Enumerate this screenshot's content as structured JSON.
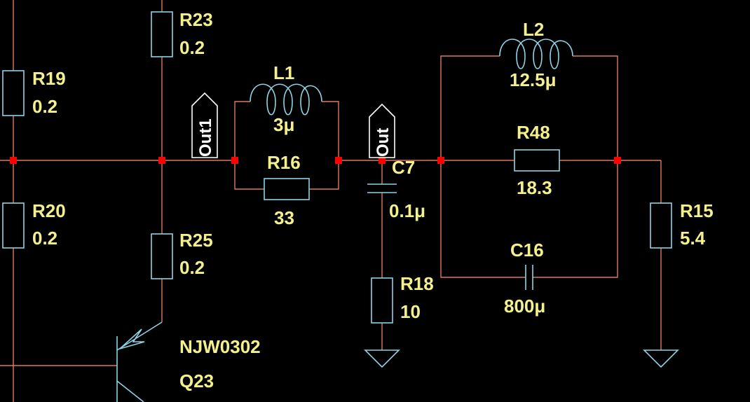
{
  "components": {
    "r19": {
      "ref": "R19",
      "value": "0.2"
    },
    "r20": {
      "ref": "R20",
      "value": "0.2"
    },
    "r23": {
      "ref": "R23",
      "value": "0.2"
    },
    "r25": {
      "ref": "R25",
      "value": "0.2"
    },
    "l1": {
      "ref": "L1",
      "value": "3μ"
    },
    "r16": {
      "ref": "R16",
      "value": "33"
    },
    "c7": {
      "ref": "C7",
      "value": "0.1μ"
    },
    "r18": {
      "ref": "R18",
      "value": "10"
    },
    "l2": {
      "ref": "L2",
      "value": "12.5μ"
    },
    "r48": {
      "ref": "R48",
      "value": "18.3"
    },
    "c16": {
      "ref": "C16",
      "value": "800μ"
    },
    "r15": {
      "ref": "R15",
      "value": "5.4"
    },
    "q23": {
      "ref": "Q23",
      "value": "NJW0302"
    }
  },
  "ports": {
    "out1": "Out1",
    "out": "Out"
  },
  "colors": {
    "background": "#000000",
    "wire": "#e07860",
    "component": "#8fd3e6",
    "junction": "#ff0000",
    "label": "#f4f08c",
    "port": "#ffffff"
  }
}
